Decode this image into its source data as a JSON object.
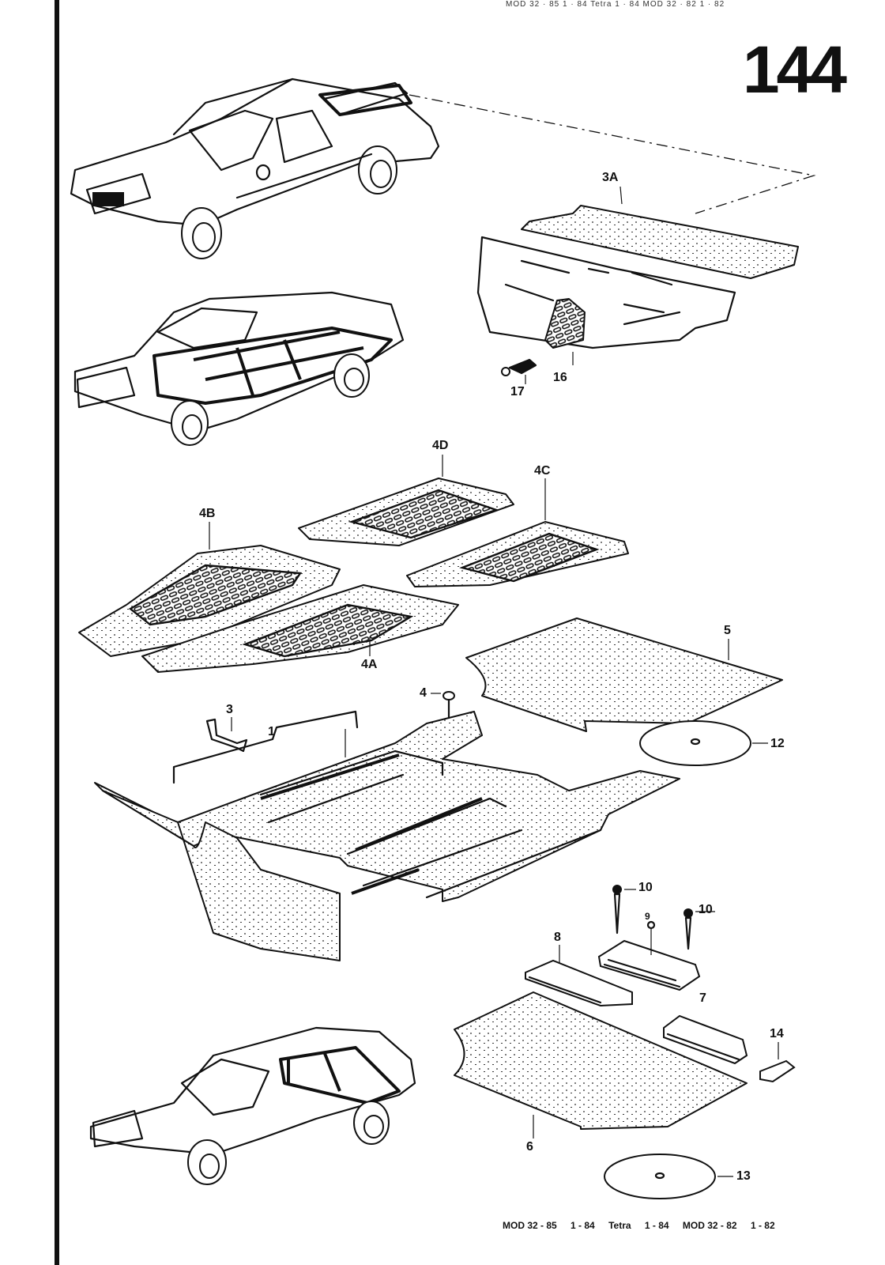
{
  "page": {
    "number": "144",
    "header_faint": "MOD 32 · 85   1 · 84   Tetra   1 · 84   MOD 32 · 82   1 · 82",
    "footer": [
      {
        "model": "MOD 32 - 85",
        "date": "1 - 84"
      },
      {
        "model": "Tetra",
        "date": "1 - 84"
      },
      {
        "model": "MOD 32 - 82",
        "date": "1 - 82"
      }
    ]
  },
  "illustrations": [
    {
      "id": "car-coupe",
      "description": "Coupe with rear shelf highlighted"
    },
    {
      "id": "car-sedan-floor",
      "description": "Sedan with floor carpet highlighted"
    },
    {
      "id": "car-wagon",
      "description": "Hatchback/wagon with luggage area highlighted"
    }
  ],
  "callouts": [
    {
      "ref": "3A",
      "part": "rear parcel shelf"
    },
    {
      "ref": "16",
      "part": "speaker cover"
    },
    {
      "ref": "17",
      "part": "clip"
    },
    {
      "ref": "4D",
      "part": "rear floor mat right"
    },
    {
      "ref": "4C",
      "part": "rear floor mat left"
    },
    {
      "ref": "4B",
      "part": "front floor mat driver"
    },
    {
      "ref": "4A",
      "part": "front floor mat passenger"
    },
    {
      "ref": "5",
      "part": "luggage compartment mat"
    },
    {
      "ref": "4",
      "part": "rivet / stud"
    },
    {
      "ref": "3",
      "part": "bracket"
    },
    {
      "ref": "1",
      "part": "floor carpet"
    },
    {
      "ref": "12",
      "part": "spare wheel cover"
    },
    {
      "ref": "10",
      "part": "screw"
    },
    {
      "ref": "10b",
      "label": "10",
      "part": "screw"
    },
    {
      "ref": "9",
      "part": "trim strip"
    },
    {
      "ref": "8",
      "part": "trim strip"
    },
    {
      "ref": "7",
      "part": "trim strip"
    },
    {
      "ref": "14",
      "part": "clip"
    },
    {
      "ref": "6",
      "part": "luggage compartment mat"
    },
    {
      "ref": "13",
      "part": "spare wheel cover"
    }
  ]
}
